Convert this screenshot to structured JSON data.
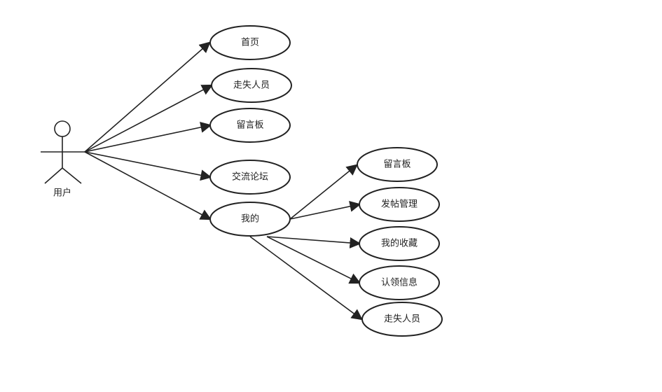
{
  "actor": {
    "label": "用户"
  },
  "use_cases": {
    "home": "首页",
    "missing_persons": "走失人员",
    "message_board": "留言板",
    "forum": "交流论坛",
    "mine": "我的"
  },
  "mine_children": {
    "message_board": "留言板",
    "post_management": "发帖管理",
    "my_favorites": "我的收藏",
    "claim_info": "认领信息",
    "missing_persons": "走失人员"
  },
  "colors": {
    "stroke": "#222222",
    "fill": "#ffffff",
    "text": "#222222"
  }
}
